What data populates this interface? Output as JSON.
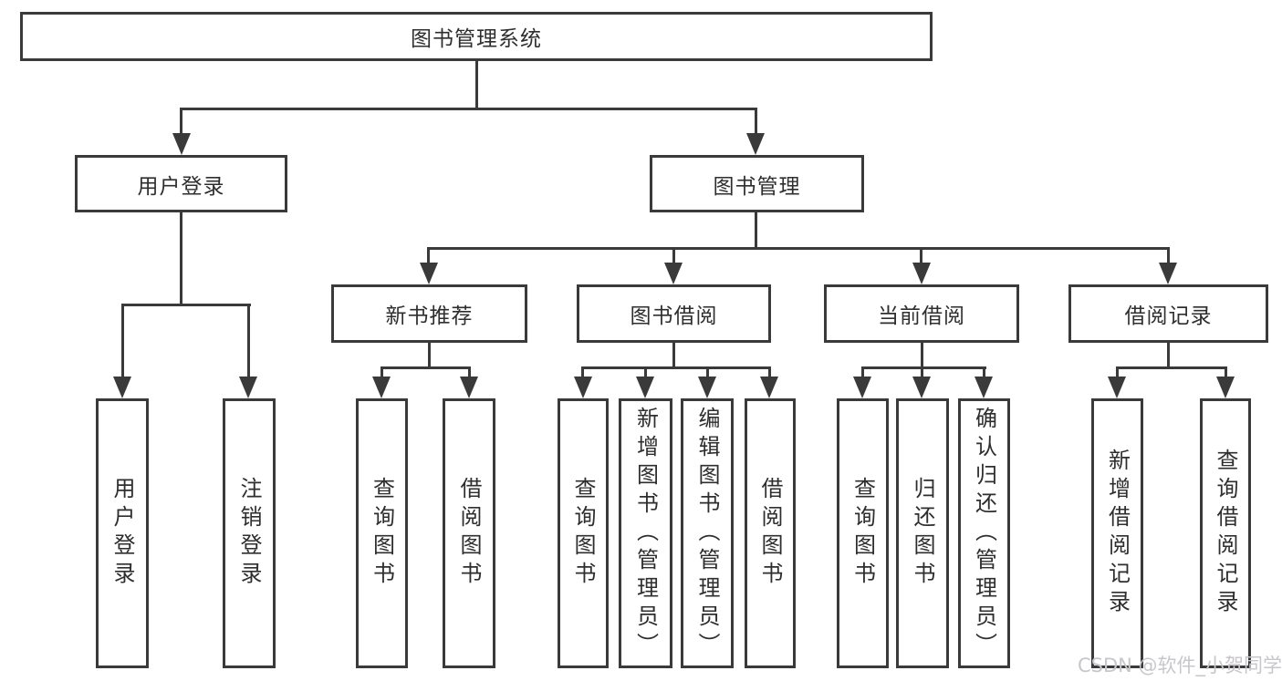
{
  "diagram": {
    "root": {
      "label": "图书管理系统"
    },
    "level2": {
      "user_login": {
        "label": "用户登录"
      },
      "book_management": {
        "label": "图书管理"
      }
    },
    "level3": {
      "new_book_recommend": {
        "label": "新书推荐"
      },
      "book_borrowing": {
        "label": "图书借阅"
      },
      "current_borrowing": {
        "label": "当前借阅"
      },
      "borrowing_records": {
        "label": "借阅记录"
      }
    },
    "leaves": {
      "user_login": {
        "label": "用户登录"
      },
      "logout": {
        "label": "注销登录"
      },
      "query_books_recommend": {
        "label": "查询图书"
      },
      "borrow_books_recommend": {
        "label": "借阅图书"
      },
      "query_books_borrowing": {
        "label": "查询图书"
      },
      "add_books_admin": {
        "label": "新增图书（管理员）"
      },
      "edit_books_admin": {
        "label": "编辑图书（管理员）"
      },
      "borrow_books_borrowing": {
        "label": "借阅图书"
      },
      "query_books_current": {
        "label": "查询图书"
      },
      "return_books": {
        "label": "归还图书"
      },
      "confirm_return_admin": {
        "label": "确认归还（管理员）"
      },
      "add_borrow_record": {
        "label": "新增借阅记录"
      },
      "query_borrow_record": {
        "label": "查询借阅记录"
      }
    }
  },
  "watermark": {
    "text": "CSDN @软件_小贺同学"
  },
  "colors": {
    "line": "#3a3a3a",
    "text": "#2e2e2e",
    "watermark": "#c8c6ca",
    "background": "#ffffff"
  }
}
